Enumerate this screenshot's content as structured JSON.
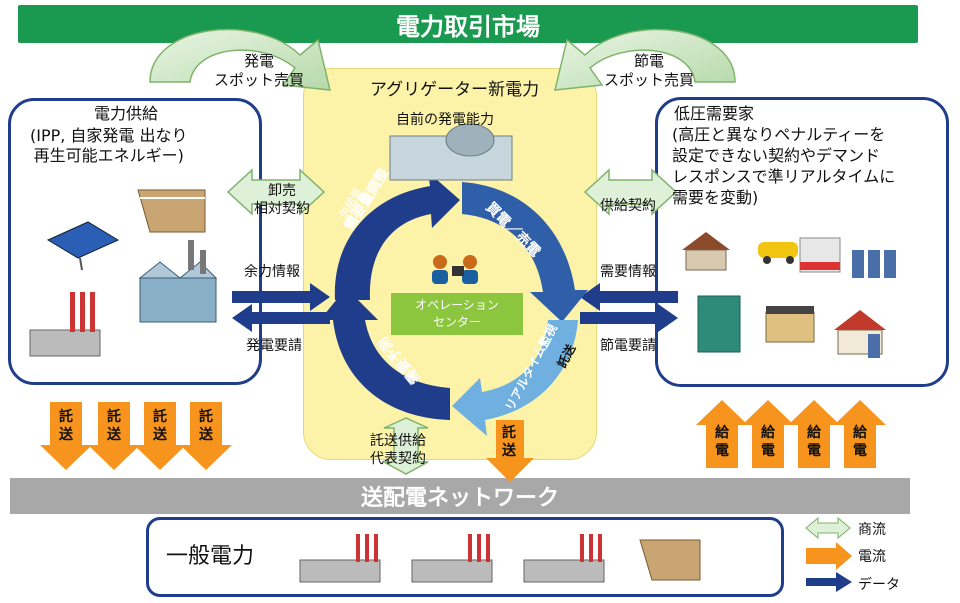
{
  "market": {
    "title": "電力取引市場"
  },
  "network": {
    "title": "送配電ネットワーク"
  },
  "supply": {
    "title": "電力供給",
    "subtitle": "(IPP, 自家発電 出なり\n再生可能エネルギー)"
  },
  "aggregator": {
    "title": "アグリゲーター新電力",
    "own_capacity": "自前の発電能力",
    "operation_center": "オペレーション\nセンター",
    "cycle": [
      "需要量調整",
      "買電／売電",
      "託送",
      "リアルタイム監視",
      "需要予測"
    ],
    "cycle_sub": [
      "供給量"
    ],
    "wheeling_contract": "託送供給\n代表契約",
    "wheeling": "託送"
  },
  "demand": {
    "title": "低圧需要家",
    "description": "(高圧と異なりペナルティーを\n設定できない契約やデマンド\nレスポンスで準リアルタイムに\n需要を変動)"
  },
  "flows": {
    "gen_spot": "発電\nスポット売買",
    "saving_spot": "節電\nスポット売買",
    "wholesale": "卸売\n相対契約",
    "supply_contract": "供給契約",
    "surplus_info": "余力情報",
    "gen_request": "発電要請",
    "demand_info": "需要情報",
    "saving_request": "節電要請",
    "wheeling_down": [
      "託送",
      "託送",
      "託送",
      "託送"
    ],
    "power_up": [
      "給電",
      "給電",
      "給電",
      "給電"
    ]
  },
  "general": {
    "title": "一般電力"
  },
  "legend": {
    "commerce": "商流",
    "power": "電流",
    "data": "データ"
  },
  "colors": {
    "market": "#1a9a50",
    "dark_blue": "#1f3d8a",
    "mid_blue": "#2e5fa8",
    "light_blue": "#6fb0e0",
    "orange": "#f7941d",
    "aggregator_bg": "#fcf2a8"
  }
}
